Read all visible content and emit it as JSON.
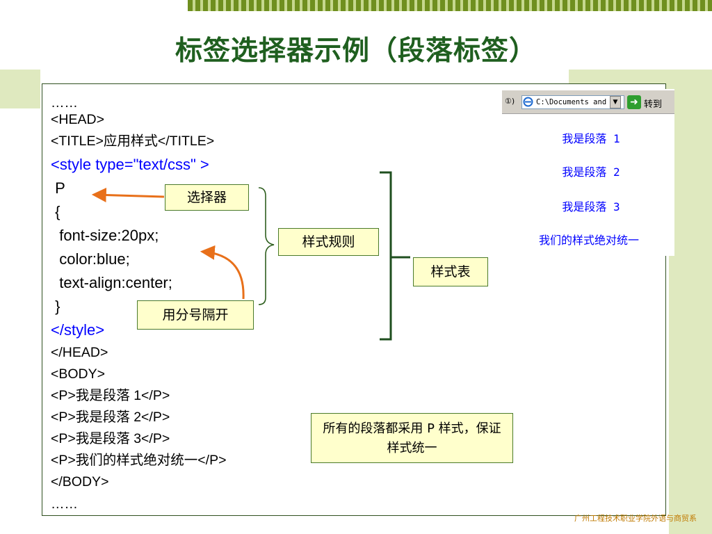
{
  "title": "标签选择器示例（段落标签）",
  "code_lines": [
    "……",
    "<HEAD>",
    "<TITLE>应用样式</TITLE>",
    "<style type=\"text/css\" >",
    " P",
    " {",
    "  font-size:20px;",
    "  color:blue;",
    "  text-align:center;",
    " }",
    "</style>",
    "</HEAD>",
    "<BODY>",
    "<P>我是段落 1</P>",
    "<P>我是段落 2</P>",
    "<P>我是段落 3</P>",
    "<P>我们的样式绝对统一</P>",
    "</BODY>",
    "……"
  ],
  "callouts": {
    "selector": "选择器",
    "style_rule": "样式规则",
    "semicolon": "用分号隔开",
    "stylesheet": "样式表",
    "note": "所有的段落都采用 P 样式，保证样式统一"
  },
  "browser": {
    "menu_fragment": "①)",
    "address": "C:\\Documents and",
    "go_label": "转到",
    "paragraphs": [
      "我是段落 1",
      "我是段落 2",
      "我是段落 3",
      "我们的样式绝对统一"
    ]
  },
  "footer": "广州工程技术职业学院外语与商贸系",
  "colors": {
    "title": "#1f5f1f",
    "code_highlight": "#0000ff",
    "callout_bg": "#ffffcc",
    "arrow": "#e8701a",
    "bracket": "#2f5f1f",
    "accent_band": "#dfe9bf"
  }
}
